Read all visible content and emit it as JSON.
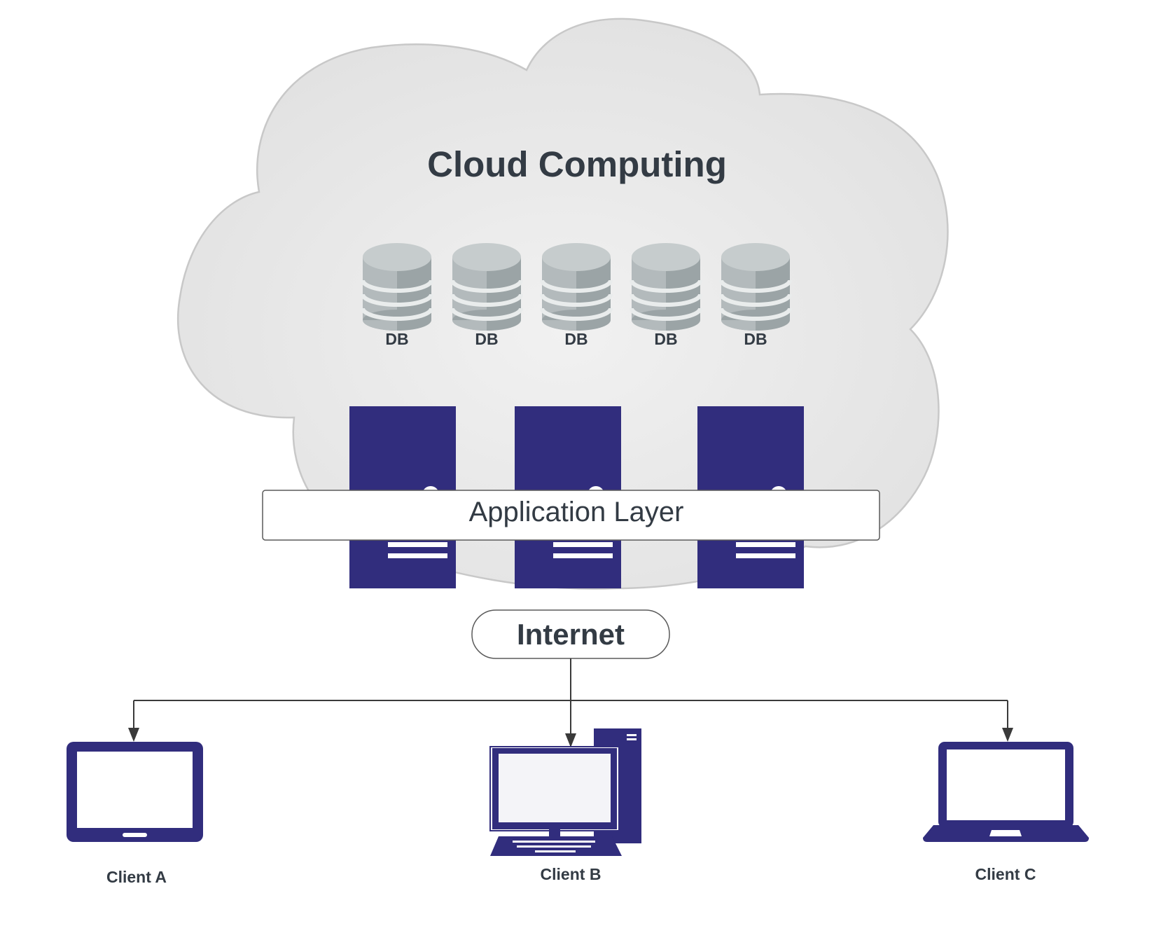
{
  "diagram": {
    "cloud_title": "Cloud Computing",
    "databases": [
      {
        "label": "DB"
      },
      {
        "label": "DB"
      },
      {
        "label": "DB"
      },
      {
        "label": "DB"
      },
      {
        "label": "DB"
      }
    ],
    "servers": [
      {
        "icon": "server-icon"
      },
      {
        "icon": "server-icon"
      },
      {
        "icon": "server-icon"
      }
    ],
    "application_layer": "Application Layer",
    "internet": "Internet",
    "clients": [
      {
        "label": "Client A",
        "icon": "tablet-icon"
      },
      {
        "label": "Client B",
        "icon": "desktop-computer-icon"
      },
      {
        "label": "Client C",
        "icon": "laptop-icon"
      }
    ],
    "colors": {
      "cloud_fill": "#e6e6e6",
      "cloud_stroke": "#c8c8c8",
      "device": "#312d7d",
      "database": "#a9b1b3",
      "text": "#333b44",
      "connector": "#3a3a3a"
    }
  }
}
